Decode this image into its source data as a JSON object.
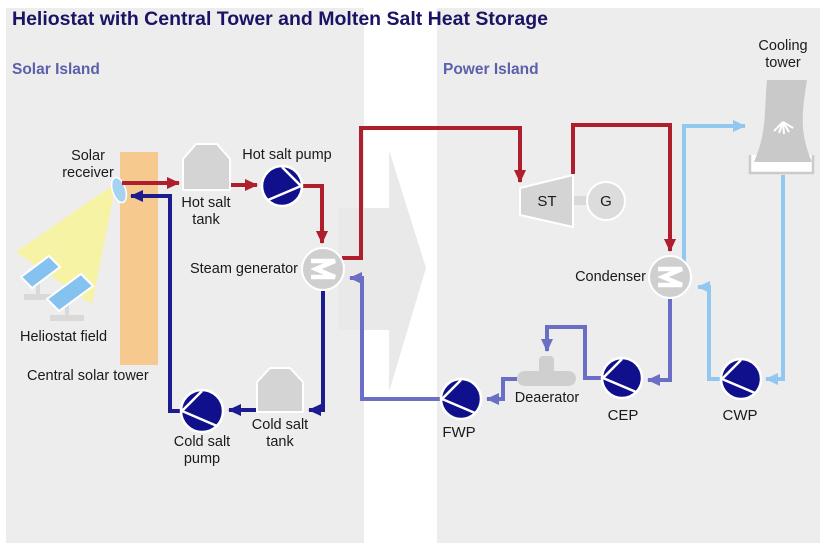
{
  "title": "Heliostat with Central Tower and Molten Salt Heat Storage",
  "sections": {
    "solar": "Solar Island",
    "power": "Power Island"
  },
  "labels": {
    "solar_receiver": "Solar\nreceiver",
    "hot_salt_tank": "Hot salt\ntank",
    "hot_salt_pump": "Hot salt pump",
    "steam_generator": "Steam generator",
    "heliostat_field": "Heliostat field",
    "central_solar_tower": "Central solar tower",
    "cold_salt_tank": "Cold salt\ntank",
    "cold_salt_pump": "Cold salt\npump",
    "steam_turbine": "ST",
    "generator": "G",
    "condenser": "Condenser",
    "deaerator": "Deaerator",
    "cep": "CEP",
    "cwp": "CWP",
    "fwp": "FWP",
    "cooling_tower": "Cooling\ntower"
  },
  "colors": {
    "title_text": "#1B1464",
    "island_text": "#5C5FA9",
    "label_text": "#1A1A1A",
    "hot_salt_steam_line": "#AE1E2C",
    "cold_salt_line": "#1C1C8F",
    "feedwater_line": "#6A6EC4",
    "cooling_water_line": "#92C7F0",
    "pump_fill": "#10108C",
    "equipment_gray": "#CFCFCF",
    "tower_orange": "#F6CA8F",
    "heliostat_blue": "#85C2F0",
    "beam_yellow": "#F7F3A0",
    "background": "#EDEDED",
    "divider_band": "#FFFFFF",
    "big_arrow": "#E9E9E9"
  }
}
